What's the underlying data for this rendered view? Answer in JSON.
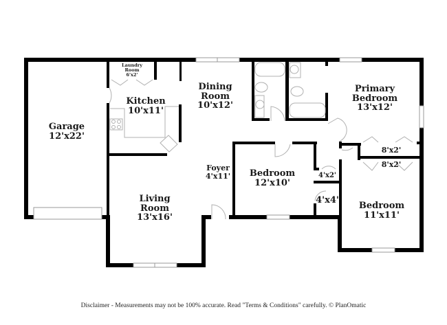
{
  "rooms": {
    "garage": {
      "name": "Garage",
      "dims": "12'x22'"
    },
    "laundry": {
      "name_line1": "Laundry",
      "name_line2": "Room",
      "dims": "6'x2'"
    },
    "kitchen": {
      "name": "Kitchen",
      "dims": "10'x11'"
    },
    "dining": {
      "name_line1": "Dining",
      "name_line2": "Room",
      "dims": "10'x12'"
    },
    "primary_bedroom": {
      "name_line1": "Primary",
      "name_line2": "Bedroom",
      "dims": "13'x12'"
    },
    "closet_primary": {
      "dims": "8'x2'"
    },
    "closet_bedroom2": {
      "dims": "8'x2'"
    },
    "foyer": {
      "name": "Foyer",
      "dims": "4'x11'"
    },
    "bedroom_1": {
      "name": "Bedroom",
      "dims": "12'x10'"
    },
    "hall_closet": {
      "dims": "4'x2'"
    },
    "storage": {
      "dims": "4'x4'"
    },
    "bedroom_2": {
      "name": "Bedroom",
      "dims": "11'x11'"
    },
    "living": {
      "name_line1": "Living",
      "name_line2": "Room",
      "dims": "13'x16'"
    }
  },
  "footer": {
    "disclaimer": "Disclaimer - Measurements may not be 100% accurate. Read \"Terms & Conditions\" carefully. © PlanOmatic"
  },
  "colors": {
    "wall": "#000000",
    "fixture": "#b5b5b5",
    "background": "#ffffff"
  }
}
